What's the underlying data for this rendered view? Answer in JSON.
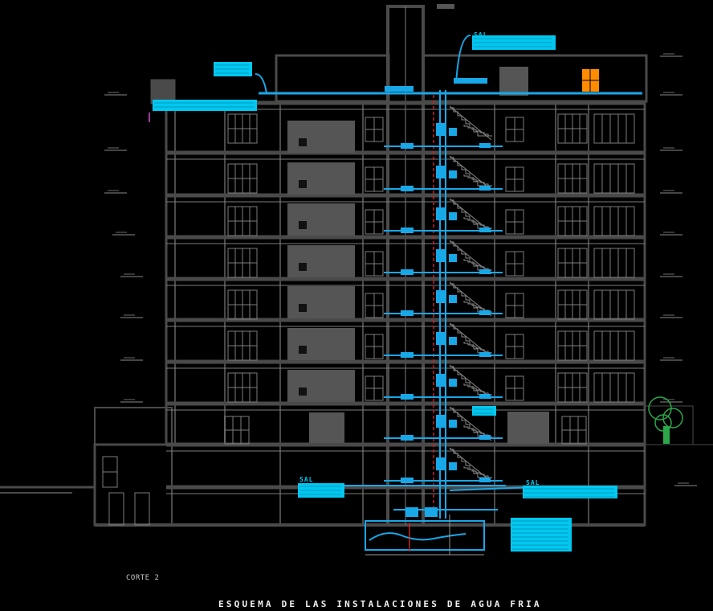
{
  "drawing": {
    "title": "ESQUEMA DE LAS INSTALACIONES DE AGUA FRIA",
    "section_label": "CORTE 2",
    "colors": {
      "background": "#000000",
      "structure": "#4a4a4a",
      "structure_light": "#7d7d7d",
      "water_pipe": "#18a8e8",
      "annotation": "#00c8f0",
      "riser_red": "#d02020",
      "window_orange": "#ff8c00",
      "tree_green": "#2aa84a"
    },
    "water_labels": [
      "SAL",
      "SAL",
      "SAL"
    ]
  }
}
